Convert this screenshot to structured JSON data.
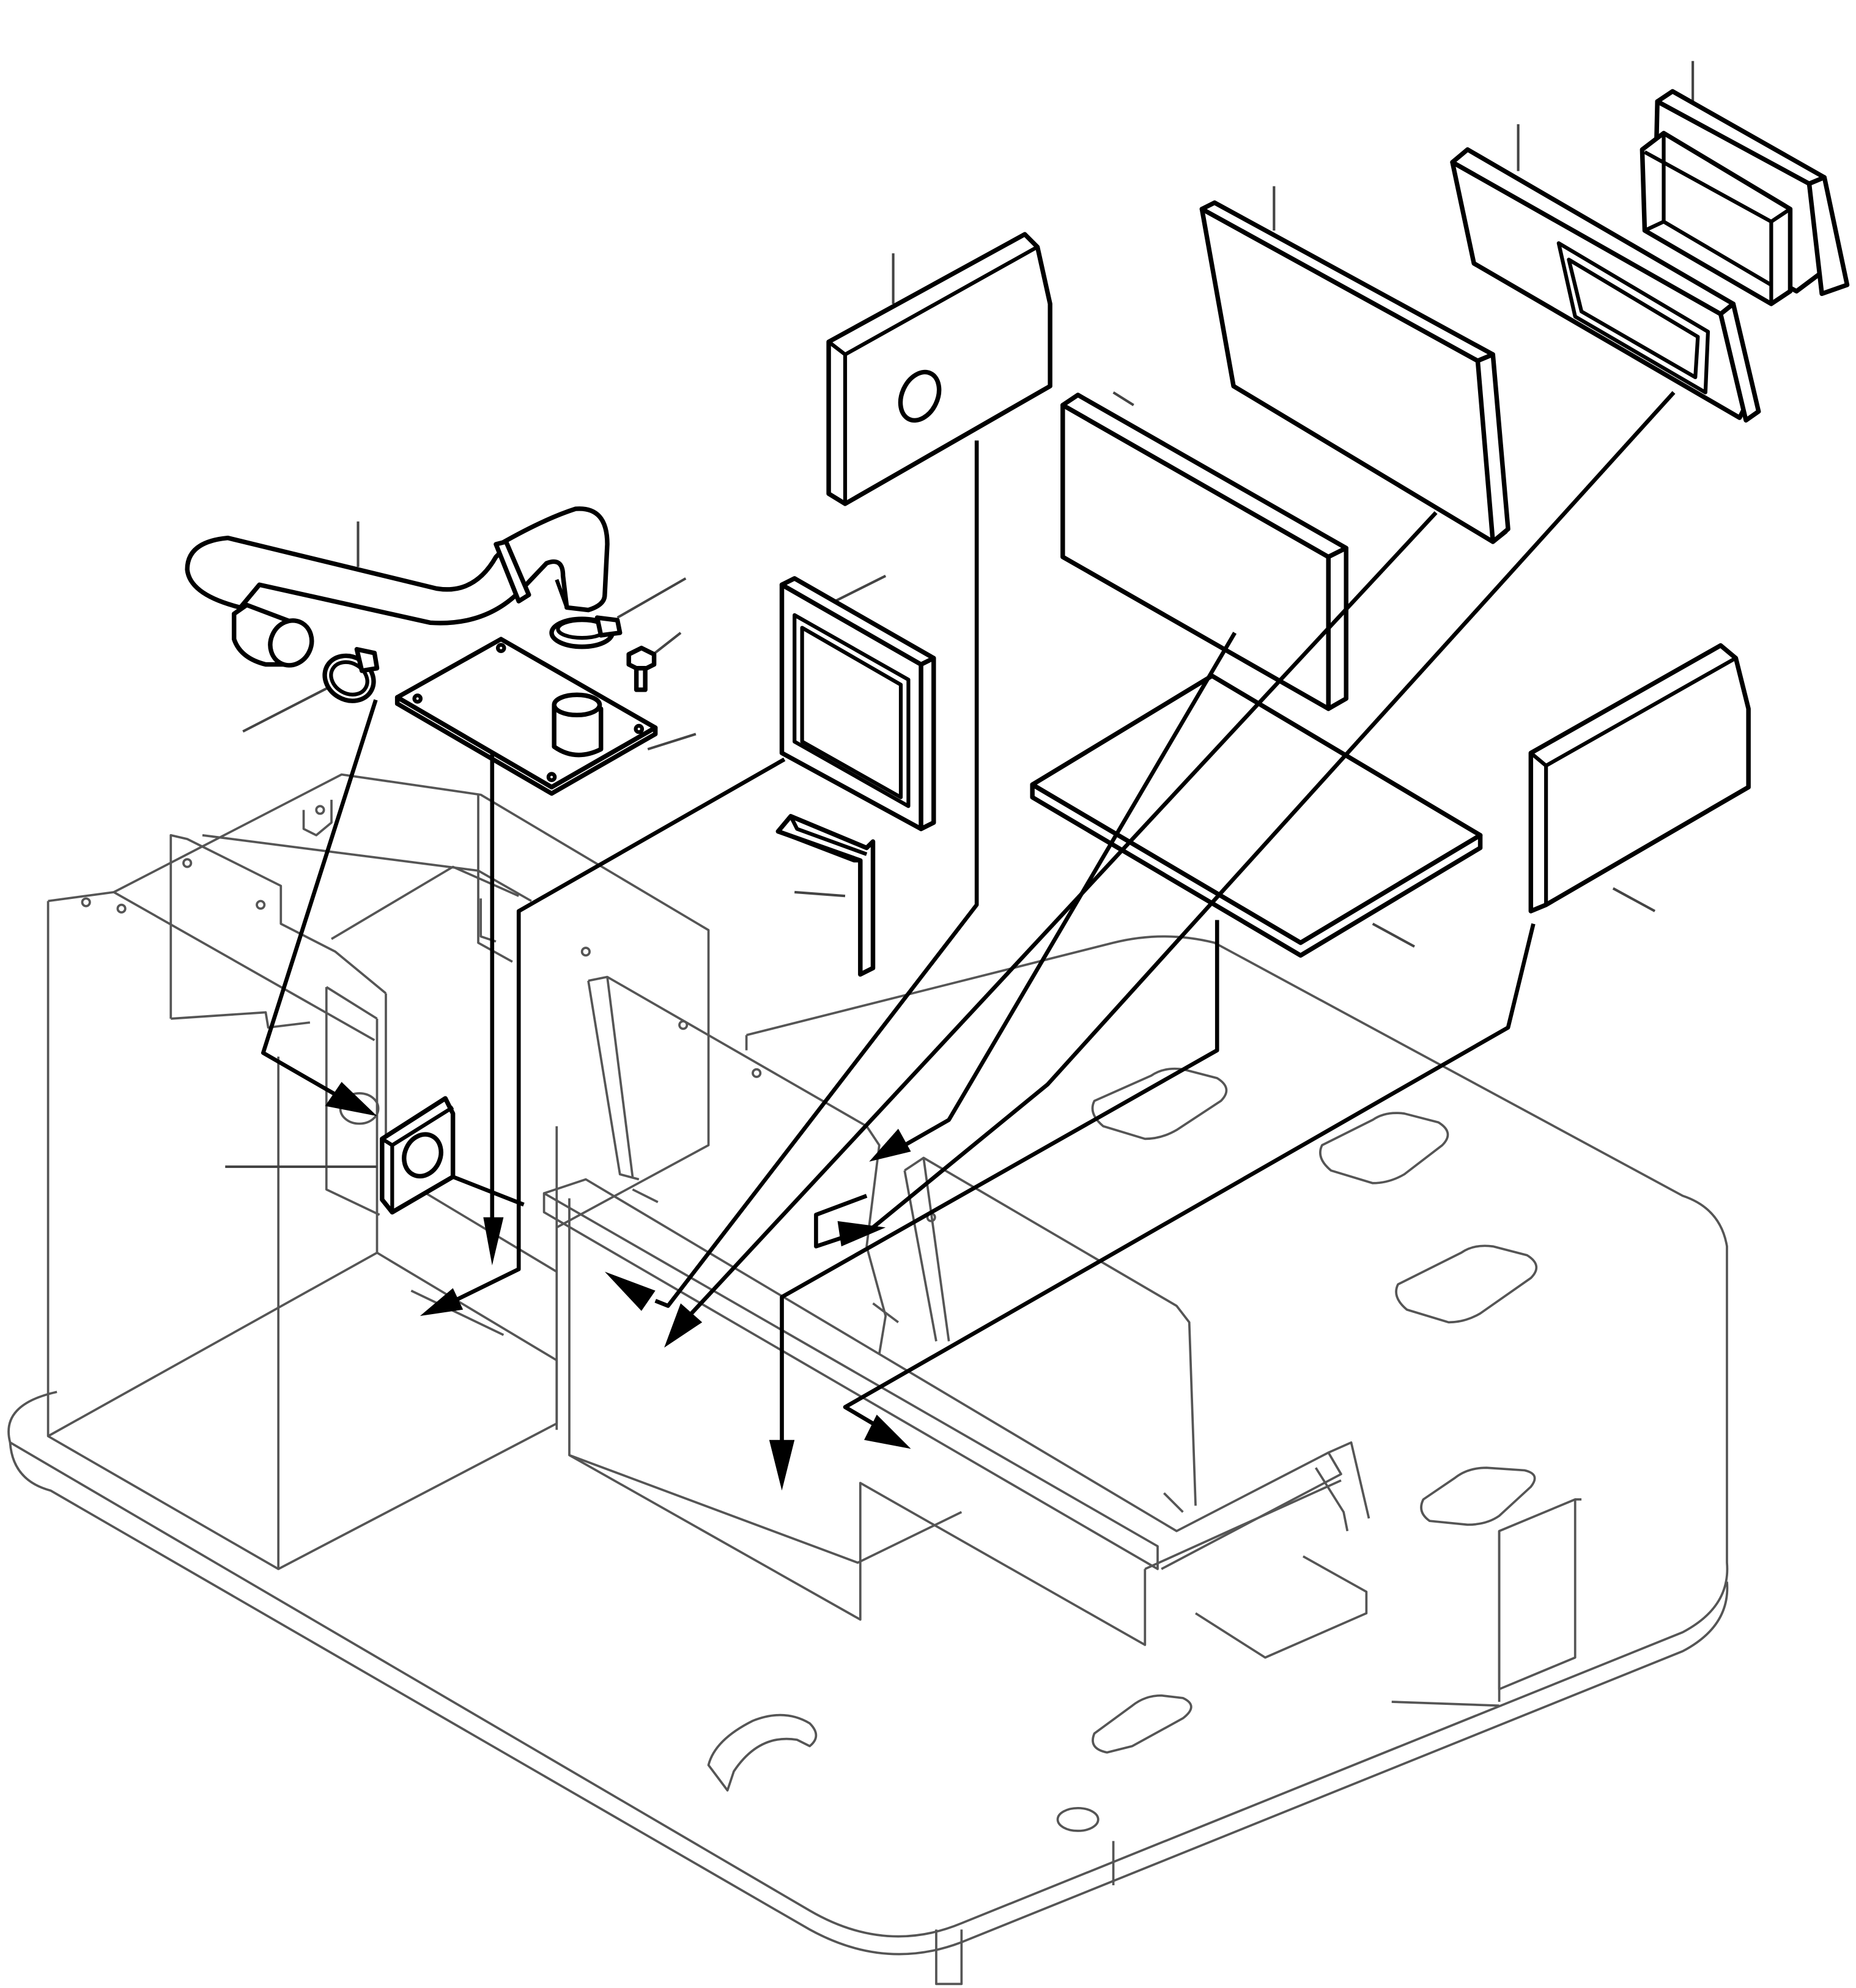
{
  "diagram": {
    "type": "exploded-parts-illustration",
    "callout_labels_printed": false,
    "colors": {
      "line": "#000000",
      "ghost_structure": "#555555",
      "background": "#ffffff"
    },
    "parts": [
      {
        "name": "hose-assembly",
        "icon": "bent-hose-icon"
      },
      {
        "name": "hose-clamp-left",
        "icon": "clamp-icon"
      },
      {
        "name": "hose-clamp-right",
        "icon": "clamp-icon"
      },
      {
        "name": "bolt",
        "icon": "bolt-icon"
      },
      {
        "name": "mounting-plate-with-pipe",
        "icon": "plate-icon"
      },
      {
        "name": "square-frame-panel",
        "icon": "frame-icon"
      },
      {
        "name": "angle-bracket",
        "icon": "bracket-icon"
      },
      {
        "name": "panel-with-hole",
        "icon": "panel-hole-icon"
      },
      {
        "name": "large-panel-rear",
        "icon": "panel-icon"
      },
      {
        "name": "panel-middle",
        "icon": "panel-icon"
      },
      {
        "name": "horizontal-floor-panel",
        "icon": "panel-icon"
      },
      {
        "name": "window-frame-panel",
        "icon": "frame-icon"
      },
      {
        "name": "rectangular-duct-frame",
        "icon": "duct-icon"
      },
      {
        "name": "side-panel-right",
        "icon": "panel-icon"
      },
      {
        "name": "square-grommet-plate",
        "icon": "grommet-icon"
      },
      {
        "name": "base-frame-structure",
        "icon": "base-frame-icon"
      }
    ]
  }
}
